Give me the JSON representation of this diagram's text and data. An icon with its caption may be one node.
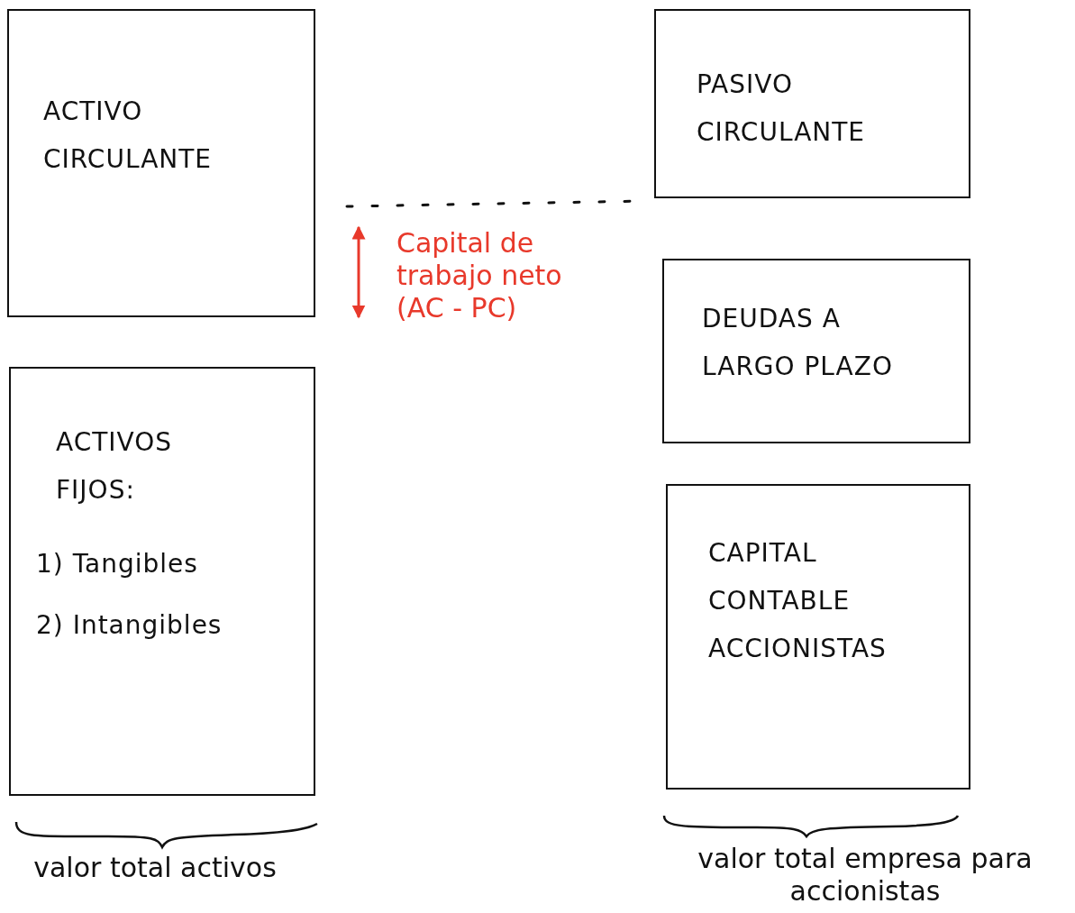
{
  "diagram": {
    "nodes": [
      {
        "text": [
          "ACTIVO CIRCULANTE"
        ]
      },
      {
        "text": [
          "PASIVO CIRCULANTE"
        ]
      },
      {
        "text": [
          "DEUDAS A LARGO PLAZO"
        ]
      },
      {
        "text": [
          "ACTIVOS FIJOS:",
          "1) Tangibles",
          "2) Intangibles"
        ]
      },
      {
        "text": [
          "CAPITAL CONTABLE ACCIONISTAS"
        ]
      }
    ],
    "labels": [
      "Capital de trabajo neto (AC - PC)",
      "valor total activos",
      "valor total empresa para accionistas"
    ]
  }
}
